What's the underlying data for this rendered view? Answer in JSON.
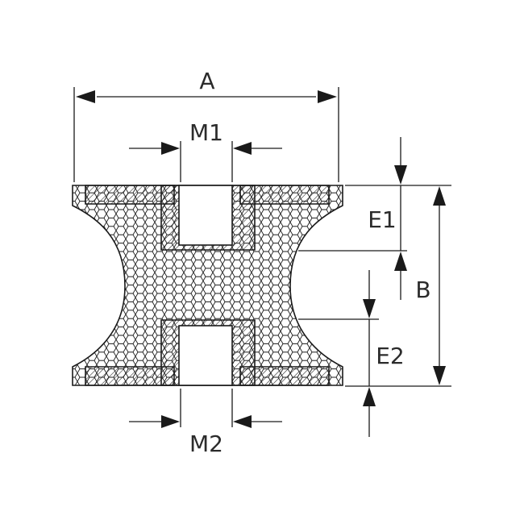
{
  "labels": {
    "A": "A",
    "M1": "M1",
    "M2": "M2",
    "E1": "E1",
    "E2": "E2",
    "B": "B"
  },
  "colors": {
    "line": "#1a1a1a",
    "text": "#2b2b2b",
    "fill": "#ffffff"
  },
  "hatching": {
    "rubber": "hexagonal-cells",
    "metal_plates": "diagonal-hatch"
  }
}
